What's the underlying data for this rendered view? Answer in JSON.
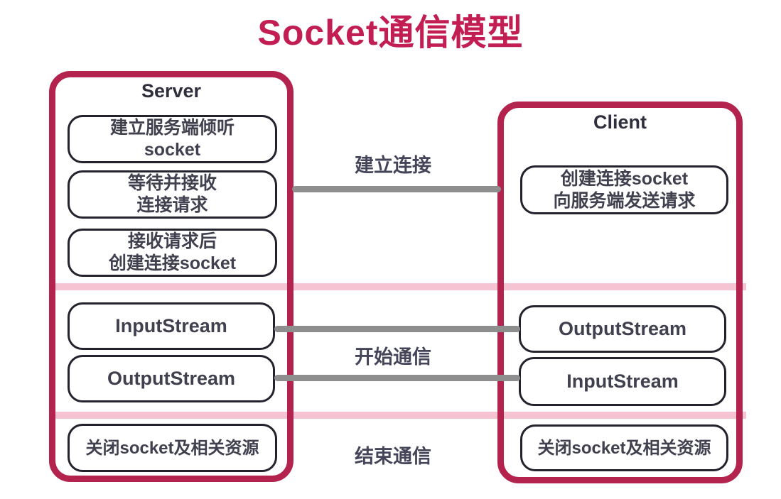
{
  "title": "Socket通信模型",
  "colors": {
    "crimson": "#B3234E",
    "title_color": "#C21E53",
    "pink_stripe": "#F5C3D2",
    "gray_line": "#8E8E8E",
    "box_border": "#23232D",
    "text_dark": "#40404F"
  },
  "server": {
    "label": "Server",
    "boxes": [
      {
        "lines": [
          "建立服务端倾听",
          "socket"
        ]
      },
      {
        "lines": [
          "等待并接收",
          "连接请求"
        ]
      },
      {
        "lines": [
          "接收请求后",
          "创建连接socket"
        ]
      },
      {
        "lines": [
          "InputStream"
        ]
      },
      {
        "lines": [
          "OutputStream"
        ]
      },
      {
        "lines": [
          "关闭socket及相关资源"
        ]
      }
    ]
  },
  "client": {
    "label": "Client",
    "boxes": [
      {
        "lines": [
          "创建连接socket",
          "向服务端发送请求"
        ]
      },
      {
        "lines": [
          "OutputStream"
        ]
      },
      {
        "lines": [
          "InputStream"
        ]
      },
      {
        "lines": [
          "关闭socket及相关资源"
        ]
      }
    ]
  },
  "connections": [
    {
      "label": "建立连接"
    },
    {
      "label": "开始通信"
    },
    {
      "label": "结束通信"
    }
  ]
}
